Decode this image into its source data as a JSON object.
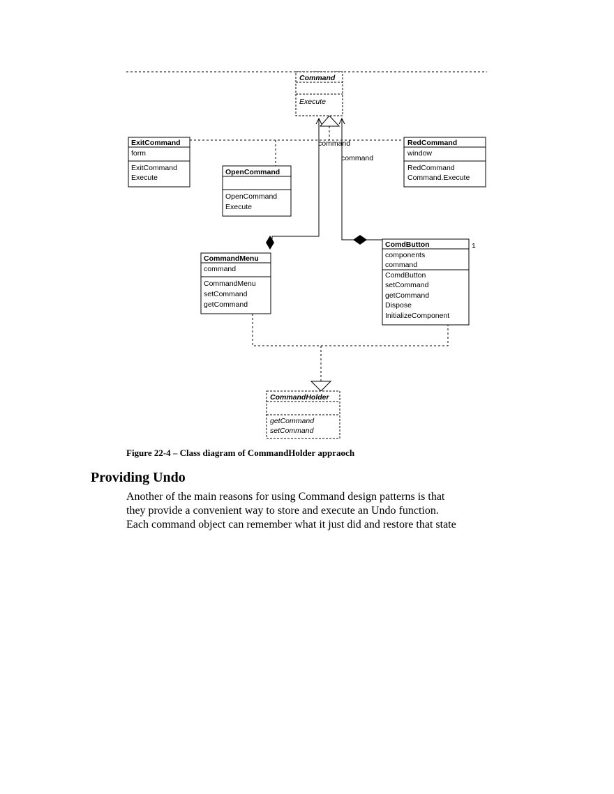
{
  "diagram": {
    "command": {
      "name": "Command",
      "attributes": [],
      "operations": [
        "Execute"
      ]
    },
    "exit_command": {
      "name": "ExitCommand",
      "attributes": [
        "form"
      ],
      "operations": [
        "ExitCommand",
        "Execute"
      ]
    },
    "open_command": {
      "name": "OpenCommand",
      "attributes": [],
      "operations": [
        "OpenCommand",
        "Execute"
      ]
    },
    "red_command": {
      "name": "RedCommand",
      "attributes": [
        "window"
      ],
      "operations": [
        "RedCommand",
        "Command.Execute"
      ]
    },
    "command_menu": {
      "name": "CommandMenu",
      "attributes": [
        "command"
      ],
      "operations": [
        "CommandMenu",
        "setCommand",
        "getCommand"
      ]
    },
    "comd_button": {
      "name": "ComdButton",
      "attributes": [
        "components",
        "command"
      ],
      "operations": [
        "ComdButton",
        "setCommand",
        "getCommand",
        "Dispose",
        "InitializeComponent"
      ]
    },
    "command_holder": {
      "name": "CommandHolder",
      "attributes": [],
      "operations": [
        "getCommand",
        "setCommand"
      ]
    },
    "assoc_label_1": "command",
    "assoc_label_2": "command",
    "multiplicity": "1"
  },
  "caption": "Figure 22-4 – Class diagram of CommandHolder appraoch",
  "section_heading": "Providing Undo",
  "paragraph_lines": [
    "Another of the main reasons for using Command design patterns is that",
    "they provide a convenient way to store and execute an Undo function.",
    "Each command object can remember what it just did and restore that state"
  ]
}
